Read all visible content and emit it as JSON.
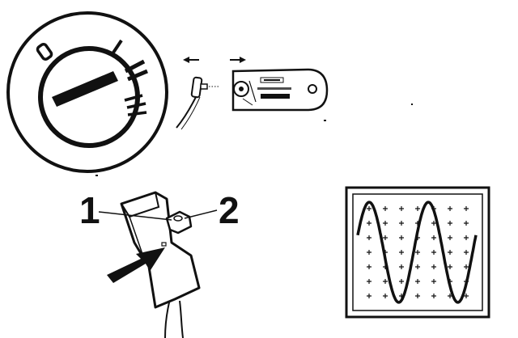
{
  "diagram": {
    "switch": {
      "position_labels": [
        "0",
        "I",
        "II",
        "III"
      ],
      "arrows": [
        "arrow-left",
        "arrow-right"
      ]
    },
    "probe": {
      "callouts": [
        "1",
        "2"
      ],
      "arrow": "arrow-pointing-at-probe"
    },
    "oscilloscope": {
      "waveform": "sine",
      "cycles": 2,
      "grid_columns": 8,
      "grid_rows": 8
    },
    "colors": {
      "ink": "#111111",
      "paper": "#ffffff"
    }
  }
}
